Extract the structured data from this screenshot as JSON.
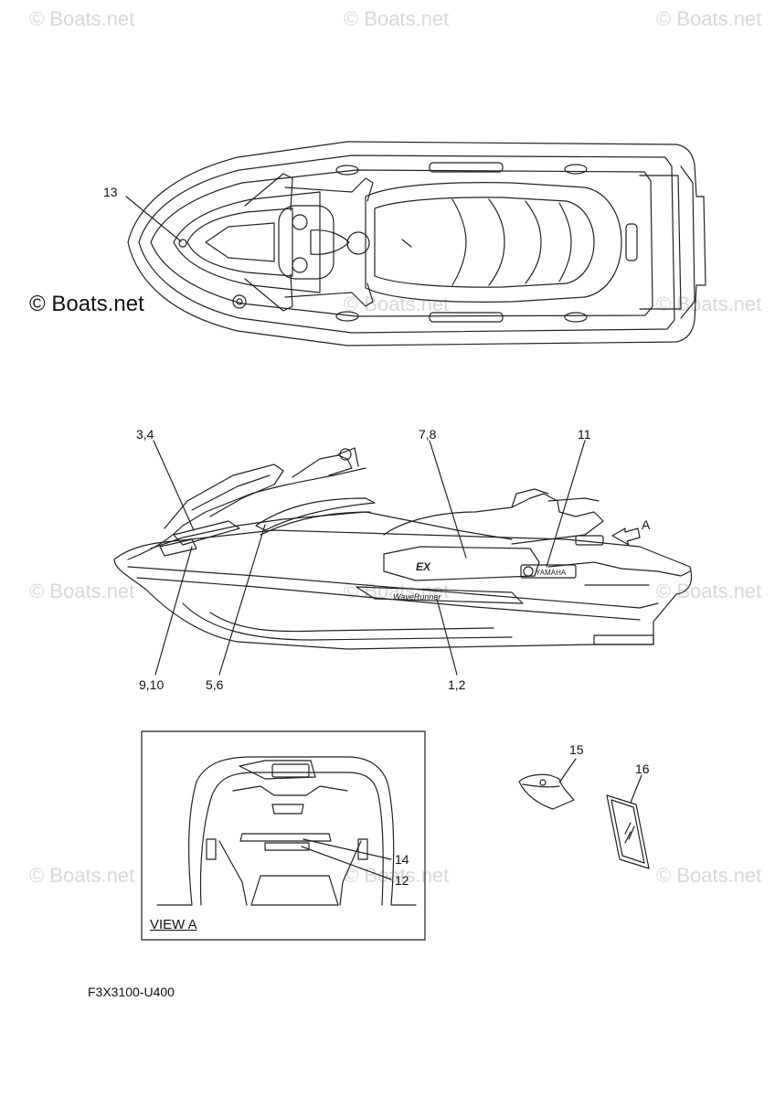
{
  "watermark": {
    "text": "© Boats.net",
    "main_text": "© Boats.net"
  },
  "callouts": {
    "c13": "13",
    "c3_4": "3,4",
    "c7_8": "7,8",
    "c11": "11",
    "cA": "A",
    "c9_10": "9,10",
    "c5_6": "5,6",
    "c1_2": "1,2",
    "c15": "15",
    "c16": "16",
    "c14": "14",
    "c12": "12"
  },
  "view_label": "VIEW A",
  "diagram_code": "F3X3100-U400",
  "decals": {
    "waverunner_text": "WaveRunner",
    "yamaha_text": "YAMAHA"
  },
  "colors": {
    "line": "#222222",
    "watermark": "#d8d8d8"
  }
}
